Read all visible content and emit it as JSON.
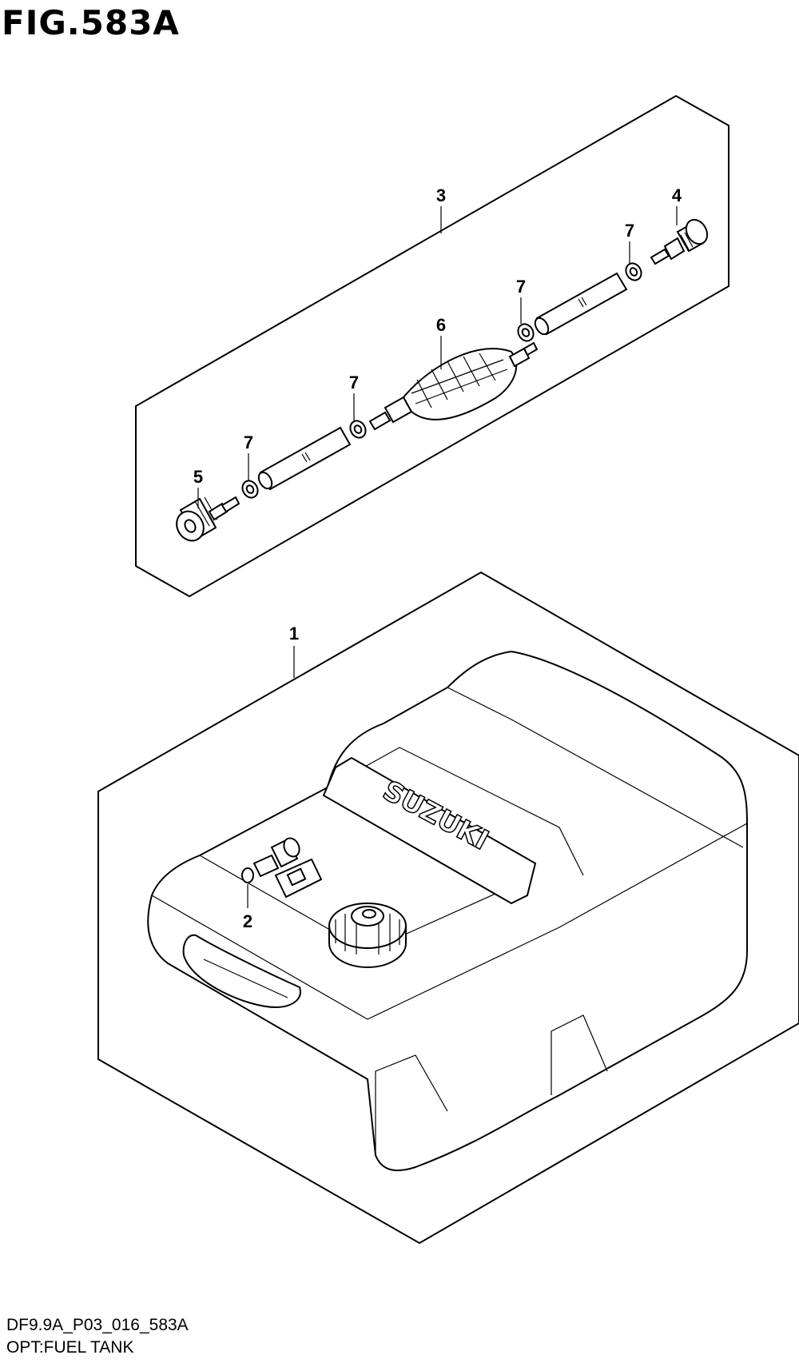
{
  "figure": {
    "title": "FIG.583A",
    "code": "DF9.9A_P03_016_583A",
    "caption": "OPT:FUEL TANK"
  },
  "callouts": {
    "c1": "1",
    "c2": "2",
    "c3": "3",
    "c4": "4",
    "c5": "5",
    "c6": "6",
    "c7a": "7",
    "c7b": "7",
    "c7c": "7",
    "c7d": "7"
  },
  "tank_logo": "SUZUKI"
}
